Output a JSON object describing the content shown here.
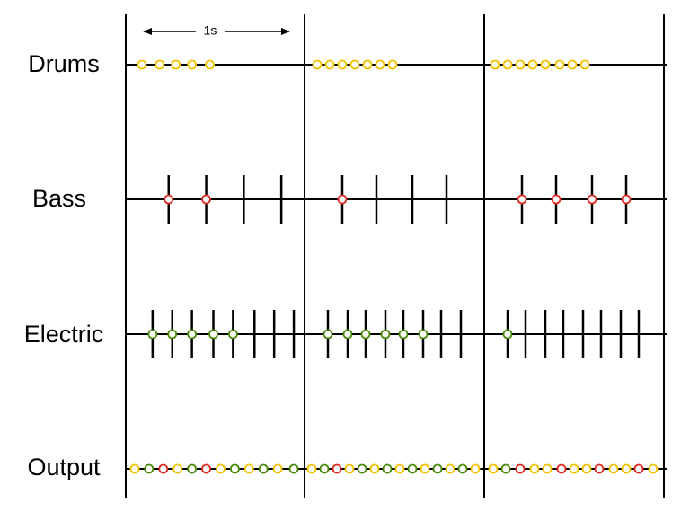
{
  "scale": {
    "label": "1s",
    "duration_s": 1
  },
  "segment_count": 3,
  "colors": {
    "line": "#000000",
    "drum_note": "#f2c200",
    "bass_note": "#e02b20",
    "electric_note": "#4a8c0a",
    "background": "#ffffff"
  },
  "tracks": [
    {
      "name": "Drums",
      "color_key": "drum_note",
      "segments": [
        {
          "ticks": [],
          "notes": [
            0.09,
            0.19,
            0.28,
            0.37,
            0.47
          ]
        },
        {
          "ticks": [],
          "notes": [
            0.07,
            0.14,
            0.21,
            0.28,
            0.35,
            0.42,
            0.49
          ]
        },
        {
          "ticks": [],
          "notes": [
            0.06,
            0.13,
            0.2,
            0.27,
            0.34,
            0.42,
            0.49,
            0.56
          ]
        }
      ]
    },
    {
      "name": "Bass",
      "color_key": "bass_note",
      "segments": [
        {
          "ticks": [
            0.24,
            0.45,
            0.66,
            0.87
          ],
          "notes": [
            0.24,
            0.45
          ]
        },
        {
          "ticks": [
            0.21,
            0.4,
            0.6,
            0.79
          ],
          "notes": [
            0.21
          ]
        },
        {
          "ticks": [
            0.21,
            0.4,
            0.6,
            0.79
          ],
          "notes": [
            0.21,
            0.4,
            0.6,
            0.79
          ]
        }
      ]
    },
    {
      "name": "Electric",
      "color_key": "electric_note",
      "segments": [
        {
          "ticks": [
            0.15,
            0.26,
            0.37,
            0.49,
            0.6,
            0.72,
            0.83,
            0.94
          ],
          "notes": [
            0.15,
            0.26,
            0.37,
            0.49,
            0.6
          ]
        },
        {
          "ticks": [
            0.13,
            0.24,
            0.34,
            0.45,
            0.55,
            0.66,
            0.76,
            0.87
          ],
          "notes": [
            0.13,
            0.24,
            0.34,
            0.45,
            0.55,
            0.66
          ]
        },
        {
          "ticks": [
            0.13,
            0.23,
            0.34,
            0.44,
            0.55,
            0.65,
            0.76,
            0.86
          ],
          "notes": [
            0.13
          ]
        }
      ]
    },
    {
      "name": "Output",
      "color_key": "drum_note",
      "segments": [
        {
          "ticks": [],
          "notes": [
            {
              "t": 0.05,
              "c": "drum_note"
            },
            {
              "t": 0.13,
              "c": "electric_note"
            },
            {
              "t": 0.21,
              "c": "bass_note"
            },
            {
              "t": 0.29,
              "c": "drum_note"
            },
            {
              "t": 0.37,
              "c": "electric_note"
            },
            {
              "t": 0.45,
              "c": "bass_note"
            },
            {
              "t": 0.53,
              "c": "drum_note"
            },
            {
              "t": 0.61,
              "c": "electric_note"
            },
            {
              "t": 0.69,
              "c": "drum_note"
            },
            {
              "t": 0.77,
              "c": "electric_note"
            },
            {
              "t": 0.85,
              "c": "drum_note"
            },
            {
              "t": 0.94,
              "c": "electric_note"
            }
          ]
        },
        {
          "ticks": [],
          "notes": [
            {
              "t": 0.04,
              "c": "drum_note"
            },
            {
              "t": 0.11,
              "c": "electric_note"
            },
            {
              "t": 0.18,
              "c": "bass_note"
            },
            {
              "t": 0.25,
              "c": "drum_note"
            },
            {
              "t": 0.32,
              "c": "electric_note"
            },
            {
              "t": 0.39,
              "c": "drum_note"
            },
            {
              "t": 0.46,
              "c": "electric_note"
            },
            {
              "t": 0.53,
              "c": "drum_note"
            },
            {
              "t": 0.6,
              "c": "electric_note"
            },
            {
              "t": 0.67,
              "c": "drum_note"
            },
            {
              "t": 0.74,
              "c": "electric_note"
            },
            {
              "t": 0.81,
              "c": "drum_note"
            },
            {
              "t": 0.88,
              "c": "electric_note"
            },
            {
              "t": 0.95,
              "c": "drum_note"
            }
          ]
        },
        {
          "ticks": [],
          "notes": [
            {
              "t": 0.05,
              "c": "drum_note"
            },
            {
              "t": 0.12,
              "c": "electric_note"
            },
            {
              "t": 0.2,
              "c": "bass_note"
            },
            {
              "t": 0.28,
              "c": "drum_note"
            },
            {
              "t": 0.35,
              "c": "drum_note"
            },
            {
              "t": 0.43,
              "c": "bass_note"
            },
            {
              "t": 0.5,
              "c": "drum_note"
            },
            {
              "t": 0.57,
              "c": "drum_note"
            },
            {
              "t": 0.64,
              "c": "bass_note"
            },
            {
              "t": 0.72,
              "c": "drum_note"
            },
            {
              "t": 0.79,
              "c": "drum_note"
            },
            {
              "t": 0.86,
              "c": "bass_note"
            },
            {
              "t": 0.94,
              "c": "drum_note"
            }
          ]
        }
      ]
    }
  ]
}
